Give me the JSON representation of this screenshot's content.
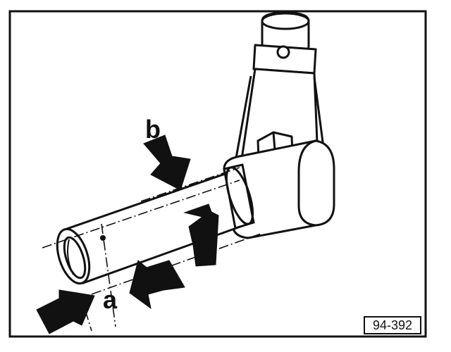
{
  "diagram": {
    "labels": {
      "a": "a",
      "b": "b"
    },
    "figure_number": "94-392",
    "colors": {
      "ink": "#111111",
      "paper": "#ffffff"
    }
  }
}
